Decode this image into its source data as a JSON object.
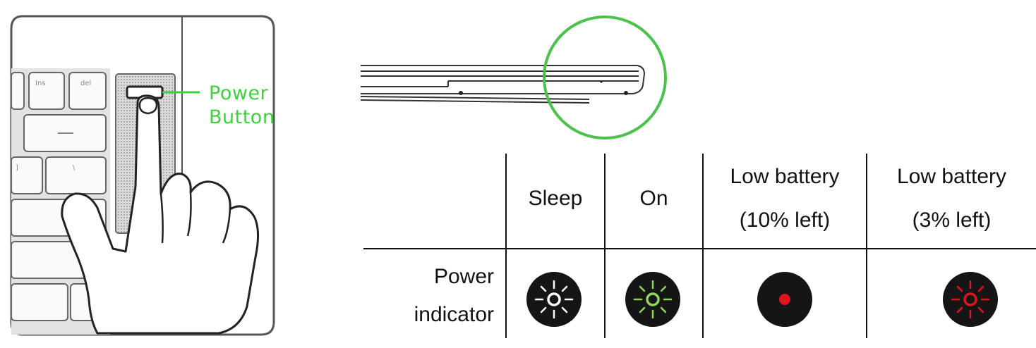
{
  "illustration": {
    "callout_line1": "Power",
    "callout_line2": "Button"
  },
  "table": {
    "headers": [
      {
        "line1": "Sleep",
        "line2": ""
      },
      {
        "line1": "On",
        "line2": ""
      },
      {
        "line1": "Low battery",
        "line2": "(10% left)"
      },
      {
        "line1": "Low battery",
        "line2": "(3% left)"
      }
    ],
    "row_label_line1": "Power",
    "row_label_line2": "indicator",
    "indicators": [
      {
        "state": "Sleep",
        "color": "#ffffff",
        "style": "breathing"
      },
      {
        "state": "On",
        "color": "#8fd65a",
        "style": "breathing"
      },
      {
        "state": "Low battery (10% left)",
        "color": "#e0141e",
        "style": "solid"
      },
      {
        "state": "Low battery (3% left)",
        "color": "#e0141e",
        "style": "breathing"
      }
    ]
  },
  "colors": {
    "accent_green": "#3fcf3f",
    "indicator_bg": "#151515"
  }
}
